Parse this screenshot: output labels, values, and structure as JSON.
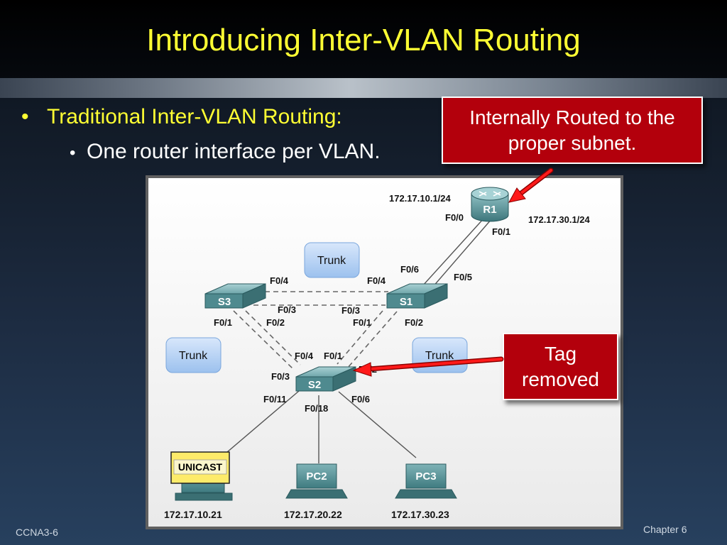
{
  "slide": {
    "title": "Introducing Inter-VLAN Routing",
    "bullet_level1": "Traditional Inter-VLAN Routing:",
    "bullet_level2": "One router interface per VLAN.",
    "bullet_glyph": "•",
    "footer_left": "CCNA3-6",
    "footer_right": "Chapter 6",
    "colors": {
      "title_text": "#ffff33",
      "callout_fill": "#b3000c",
      "arrow": "#ff1a1a"
    }
  },
  "callouts": {
    "routed": "Internally Routed to the proper subnet.",
    "tag": "Tag removed"
  },
  "diagram": {
    "router": {
      "label": "R1",
      "ip_f00": "172.17.10.1/24",
      "ip_f01": "172.17.30.1/24"
    },
    "switches": {
      "s1": "S1",
      "s2": "S2",
      "s3": "S3"
    },
    "trunk_label": "Trunk",
    "ports": {
      "r1_f00": "F0/0",
      "r1_f01": "F0/1",
      "s1_f06": "F0/6",
      "s1_f05": "F0/5",
      "s1_f04": "F0/4",
      "s1_f03": "F0/3",
      "s1_f01": "F0/1",
      "s1_f02": "F0/2",
      "s3_f04": "F0/4",
      "s3_f03": "F0/3",
      "s3_f01": "F0/1",
      "s3_f02": "F0/2",
      "s2_f04": "F0/4",
      "s2_f01": "F0/1",
      "s2_f03": "F0/3",
      "s2_f02": "F0/2",
      "s2_f011": "F0/11",
      "s2_f018": "F0/18",
      "s2_f06": "F0/6"
    },
    "hosts": {
      "pc1_badge": "UNICAST",
      "pc1_ip": "172.17.10.21",
      "pc2_label": "PC2",
      "pc2_ip": "172.17.20.22",
      "pc3_label": "PC3",
      "pc3_ip": "172.17.30.23"
    }
  }
}
